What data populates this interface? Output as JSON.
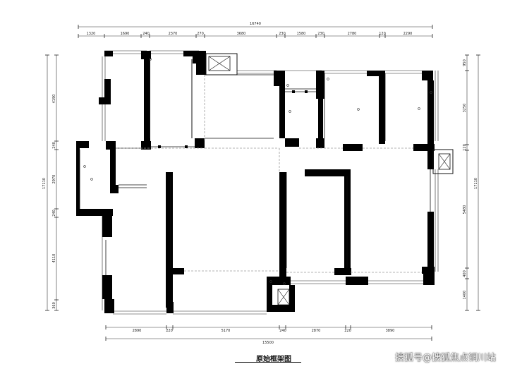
{
  "drawing": {
    "title": "原始框架图",
    "watermark": "搜狐号@搜狐焦点铜川站"
  },
  "dimensions": {
    "top_total": "16740",
    "top_segments": [
      "1320",
      "1690",
      "240",
      "2370",
      "270",
      "3680",
      "230",
      "1580",
      "230",
      "2780",
      "120",
      "2290"
    ],
    "bottom_total": "15500",
    "bottom_segments": [
      "2890",
      "220",
      "5170",
      "240",
      "2870",
      "220",
      "3890"
    ],
    "left_total": "17110",
    "left_segments": [
      "4190",
      "240",
      "2970",
      "240",
      "4110",
      "360"
    ],
    "right_total": "17110",
    "right_segments": [
      "950",
      "3250",
      "120",
      "5480",
      "400",
      "1400"
    ]
  }
}
